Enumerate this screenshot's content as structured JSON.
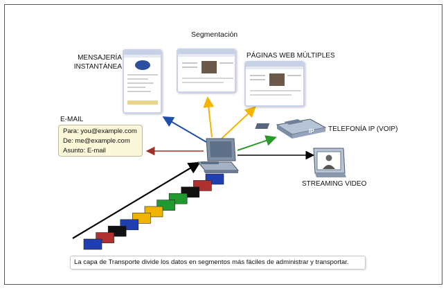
{
  "labels": {
    "segmentation": "Segmentación",
    "im_line1": "MENSAJERÍA",
    "im_line2": "INSTANTÁNEA",
    "web_pages": "PÁGINAS WEB MÚLTIPLES",
    "email": "E-MAIL",
    "voip": "TELEFONÍA IP (VOIP)",
    "streaming": "STREAMING VIDEO",
    "ip_badge": "IP"
  },
  "email_box": {
    "to": "Para: you@example.com",
    "from": "De: me@example.com",
    "subject": "Asunto: E-mail"
  },
  "caption": "La capa de Transporte divide los datos en segmentos más fáciles de administrar y transportar.",
  "colors": {
    "arrow_blue": "#1f4fa8",
    "arrow_orange": "#f4b400",
    "arrow_red": "#a0302a",
    "arrow_green": "#2a9a2a",
    "arrow_black": "#000000",
    "email_bg": "#fbf7d9"
  },
  "segments": [
    "#1f3fb0",
    "#b03030",
    "#111111",
    "#1f3fb0",
    "#f0b400",
    "#f0b400",
    "#1f9a2f",
    "#1f9a2f",
    "#111111",
    "#b03030",
    "#1f3fb0"
  ]
}
